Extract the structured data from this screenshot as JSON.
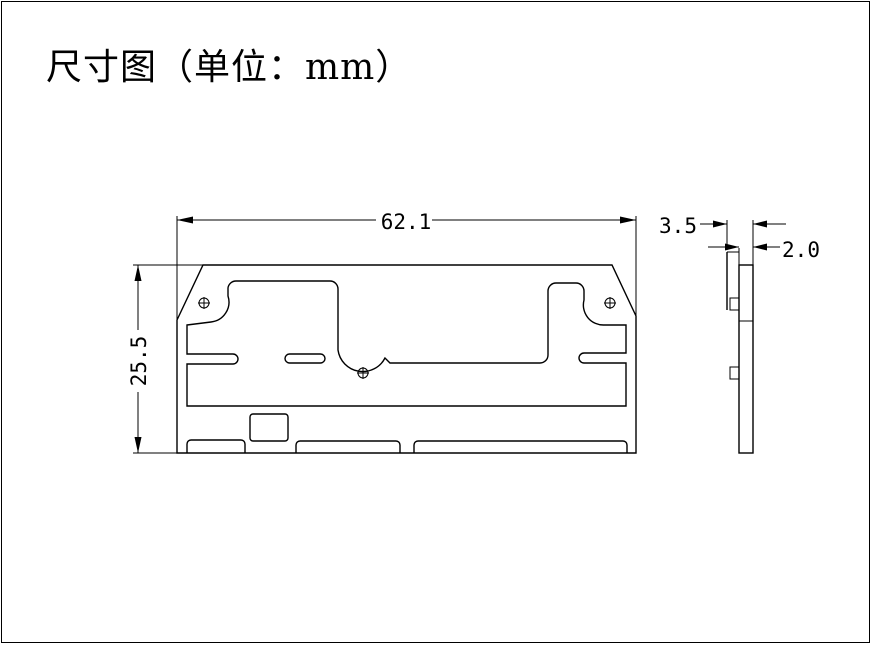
{
  "title": "尺寸图（单位：mm）",
  "dimensions": {
    "width": "62.1",
    "height": "25.5",
    "side_total": "3.5",
    "side_plate": "2.0"
  },
  "colors": {
    "line": "#000000",
    "background": "#ffffff"
  }
}
